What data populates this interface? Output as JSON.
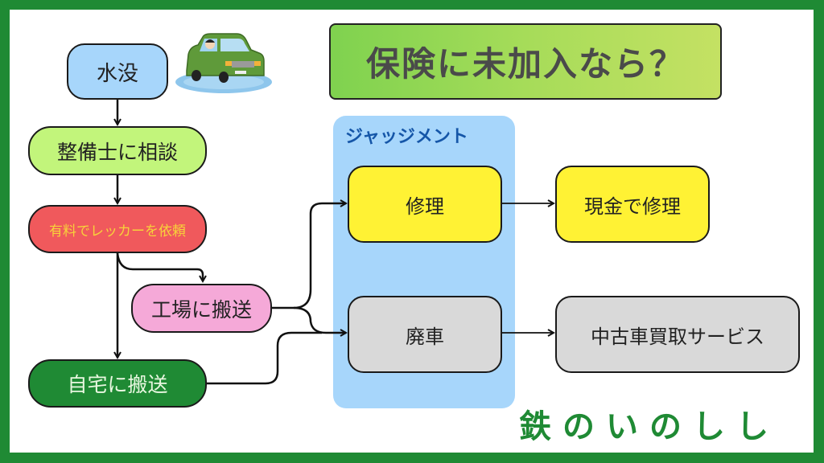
{
  "title": "保険に未加入なら？",
  "judgement_label": "ジャッジメント",
  "brand": "鉄のいのしし",
  "illustration": "flooded-car-icon",
  "colors": {
    "frame": "#1f8a34",
    "flooded": "#a7d6fb",
    "consult": "#c2f57b",
    "tow": "#f0595c",
    "tow_text": "#f7d23a",
    "factory": "#f5a9d8",
    "home": "#1f8a34",
    "home_text": "#e8f7e0",
    "repair": "#fff234",
    "scrap": "#d9d9d9"
  },
  "nodes": {
    "flooded": "水没",
    "consult": "整備士に相談",
    "tow": "有料でレッカーを依頼",
    "factory": "工場に搬送",
    "home": "自宅に搬送",
    "repair": "修理",
    "scrap": "廃車",
    "cash_repair": "現金で修理",
    "used_car_buyout": "中古車買取サービス"
  }
}
